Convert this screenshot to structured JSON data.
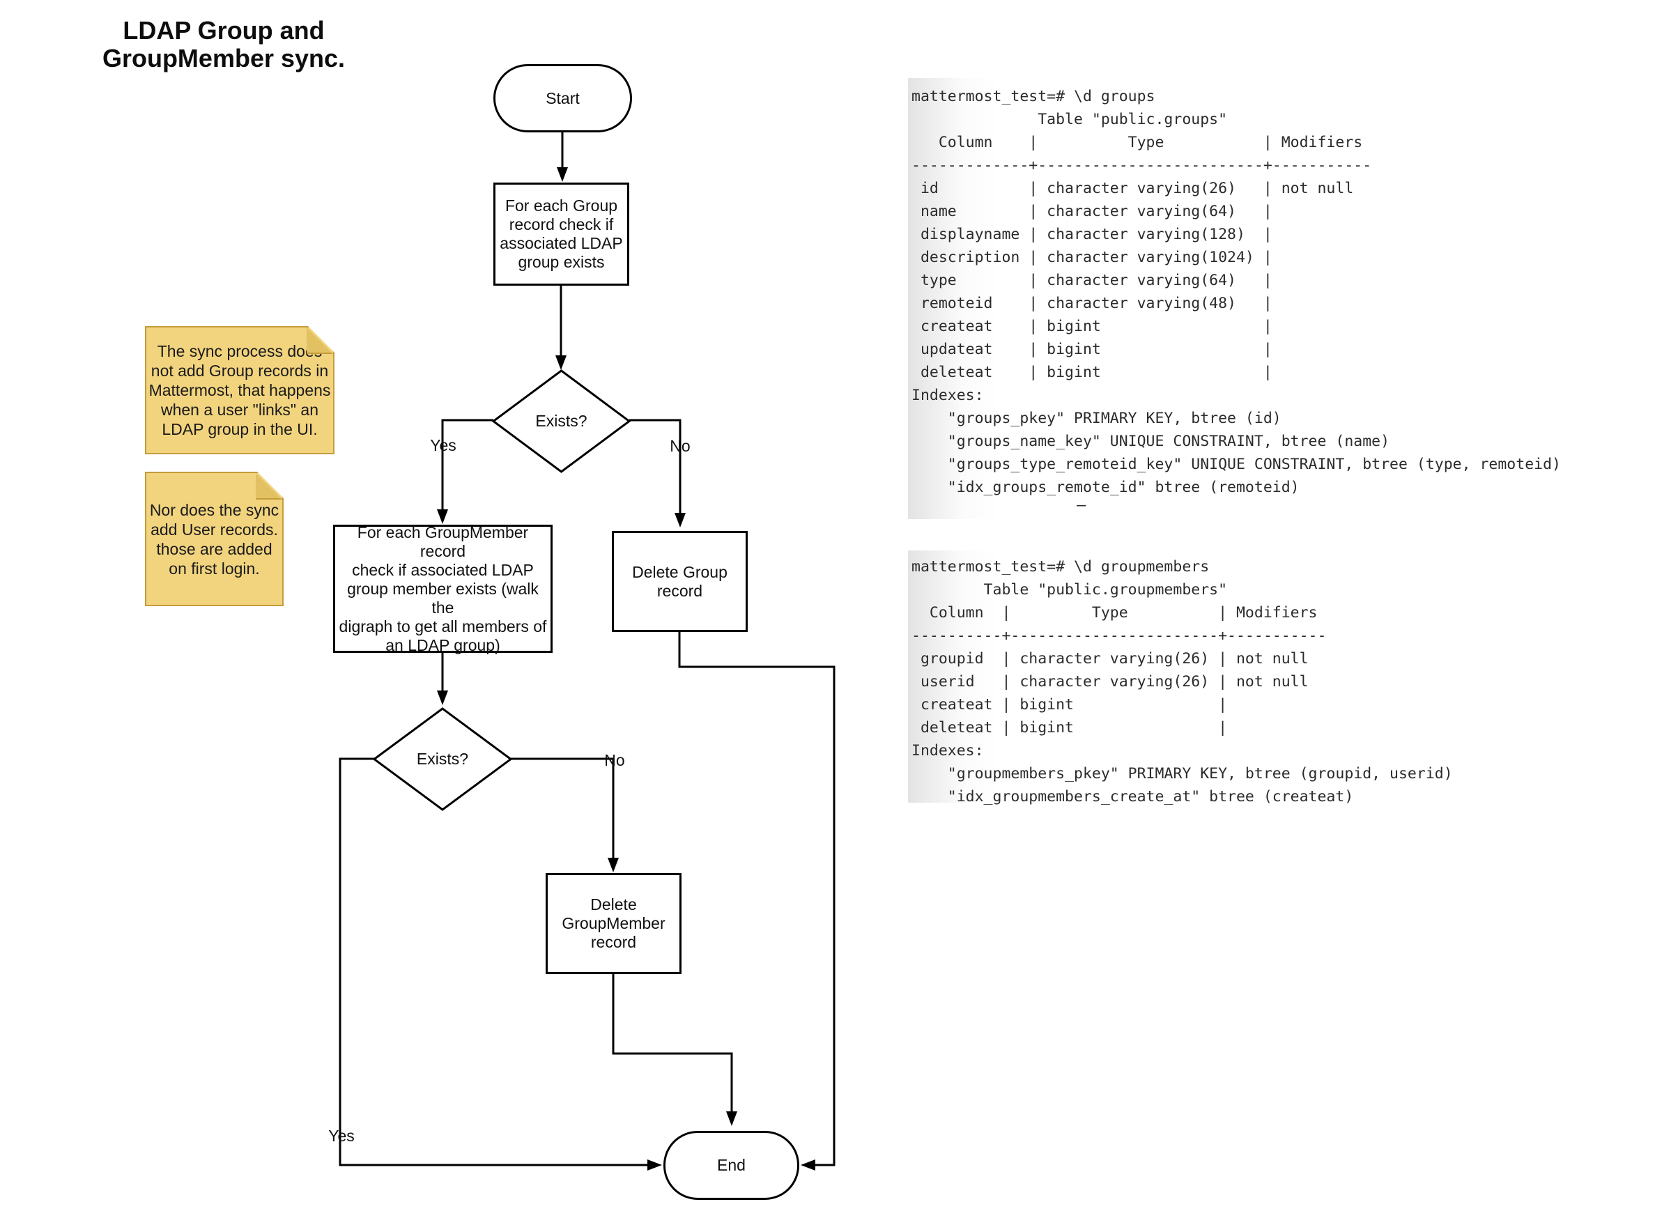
{
  "title": "LDAP Group and\nGroupMember sync.",
  "flowchart": {
    "start_label": "Start",
    "check_group_box": "For each Group\nrecord check if\nassociated LDAP\ngroup exists",
    "exists1_label": "Exists?",
    "yes1": "Yes",
    "no1": "No",
    "check_groupmember_box": "For each GroupMember record\ncheck if associated LDAP\ngroup member exists (walk the\ndigraph to get all members of\nan LDAP group)",
    "delete_group_box": "Delete Group\nrecord",
    "exists2_label": "Exists?",
    "yes2": "Yes",
    "no2": "No",
    "delete_groupmember_box": "Delete\nGroupMember\nrecord",
    "end_label": "End"
  },
  "notes": [
    {
      "text": "The sync process does\nnot add Group records in\nMattermost, that happens\nwhen a user \"links\" an\nLDAP group in the UI."
    },
    {
      "text": "Nor does the sync\nadd User records.\nthose are added\non first login."
    }
  ],
  "terminal": {
    "groups_output": "mattermost_test=# \\d groups\n              Table \"public.groups\"\n   Column    |          Type           | Modifiers\n-------------+-------------------------+-----------\n id          | character varying(26)   | not null\n name        | character varying(64)   | \n displayname | character varying(128)  | \n description | character varying(1024) | \n type        | character varying(64)   | \n remoteid    | character varying(48)   | \n createat    | bigint                  | \n updateat    | bigint                  | \n deleteat    | bigint                  | \nIndexes:\n    \"groups_pkey\" PRIMARY KEY, btree (id)\n    \"groups_name_key\" UNIQUE CONSTRAINT, btree (name)\n    \"groups_type_remoteid_key\" UNIQUE CONSTRAINT, btree (type, remoteid)\n    \"idx_groups_remote_id\" btree (remoteid)",
    "groupmembers_output": "mattermost_test=# \\d groupmembers\n        Table \"public.groupmembers\"\n  Column  |         Type          | Modifiers\n----------+-----------------------+-----------\n groupid  | character varying(26) | not null\n userid   | character varying(26) | not null\n createat | bigint                | \n deleteat | bigint                | \nIndexes:\n    \"groupmembers_pkey\" PRIMARY KEY, btree (groupid, userid)\n    \"idx_groupmembers_create_at\" btree (createat)",
    "stray_dash": "—"
  },
  "colors": {
    "line": "#000000",
    "note_fill": "#f2d47e",
    "note_fold": "#e2c163",
    "note_border": "#c49c3c",
    "terminal_text": "#2b2b2b",
    "terminal_fade": "#e3e3e3"
  }
}
